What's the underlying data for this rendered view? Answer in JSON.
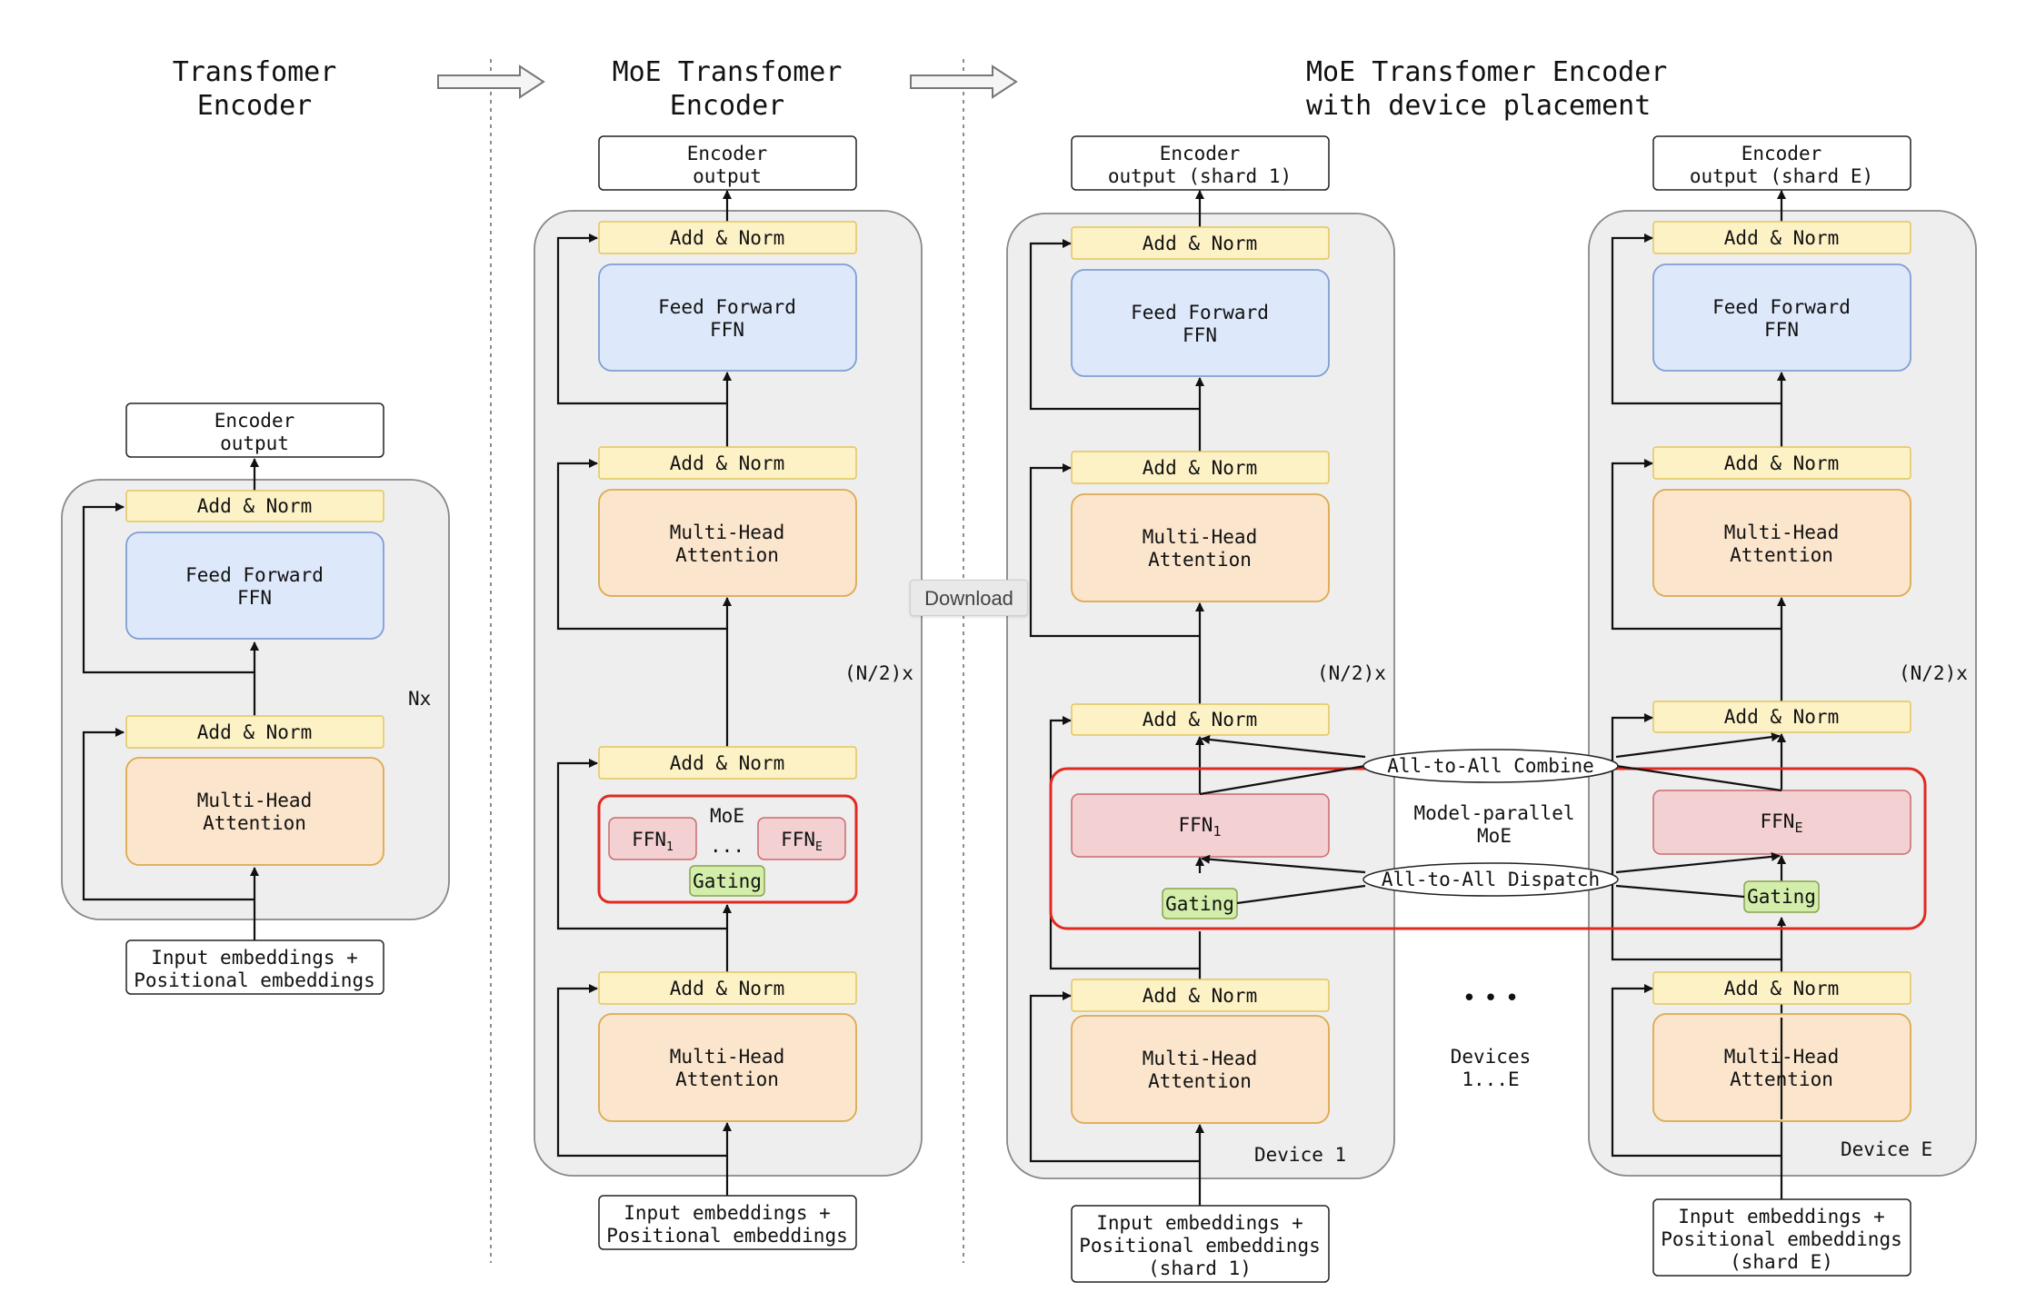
{
  "colors": {
    "panel_fill": "#eeeeee",
    "panel_stroke": "#888888",
    "norm_fill": "#fdf2c6",
    "norm_stroke": "#e2c55e",
    "ffn_fill": "#dde8fa",
    "ffn_stroke": "#7f9ed3",
    "attn_fill": "#fbe5cc",
    "attn_stroke": "#dda94d",
    "expert_fill": "#f3d0d2",
    "expert_stroke": "#c96b6e",
    "gating_fill": "#d3edaa",
    "gating_stroke": "#8aa34c",
    "moe_stroke": "#e02a21"
  },
  "titles": {
    "t1_line1": "Transfomer",
    "t1_line2": "Encoder",
    "t2_line1": "MoE Transfomer",
    "t2_line2": "Encoder",
    "t3_line1": "MoE Transfomer Encoder",
    "t3_line2": "with device placement"
  },
  "col1": {
    "out1": "Encoder",
    "out2": "output",
    "norm": "Add & Norm",
    "ffn1": "Feed Forward",
    "ffn2": "FFN",
    "attn1": "Multi-Head",
    "attn2": "Attention",
    "repeat": "Nx",
    "in1": "Input embeddings +",
    "in2": "Positional embeddings"
  },
  "col2": {
    "out1": "Encoder",
    "out2": "output",
    "norm": "Add & Norm",
    "ffn1": "Feed Forward",
    "ffn2": "FFN",
    "attn1": "Multi-Head",
    "attn2": "Attention",
    "moe_label": "MoE",
    "expert_first": "FFN",
    "expert_first_sub": "1",
    "expert_ellipsis": "...",
    "expert_last": "FFN",
    "expert_last_sub": "E",
    "gating": "Gating",
    "repeat": "(N/2)x",
    "in1": "Input embeddings +",
    "in2": "Positional embeddings"
  },
  "dev1": {
    "out1": "Encoder",
    "out2": "output (shard 1)",
    "norm": "Add & Norm",
    "ffn1": "Feed Forward",
    "ffn2": "FFN",
    "attn1": "Multi-Head",
    "attn2": "Attention",
    "expert": "FFN",
    "expert_sub": "1",
    "gating": "Gating",
    "repeat": "(N/2)x",
    "device": "Device 1",
    "in1": "Input embeddings +",
    "in2": "Positional embeddings",
    "in3": "(shard 1)"
  },
  "devE": {
    "out1": "Encoder",
    "out2": "output (shard E)",
    "norm": "Add & Norm",
    "ffn1": "Feed Forward",
    "ffn2": "FFN",
    "attn1": "Multi-Head",
    "attn2": "Attention",
    "expert": "FFN",
    "expert_sub": "E",
    "gating": "Gating",
    "repeat": "(N/2)x",
    "device": "Device E",
    "in1": "Input embeddings +",
    "in2": "Positional embeddings",
    "in3": "(shard E)"
  },
  "middle": {
    "combine": "All-to-All Combine",
    "dispatch": "All-to-All Dispatch",
    "mp1": "Model-parallel",
    "mp2": "MoE",
    "dots": "•   •   •",
    "devices1": "Devices",
    "devices2": "1...E"
  },
  "download_label": "Download"
}
